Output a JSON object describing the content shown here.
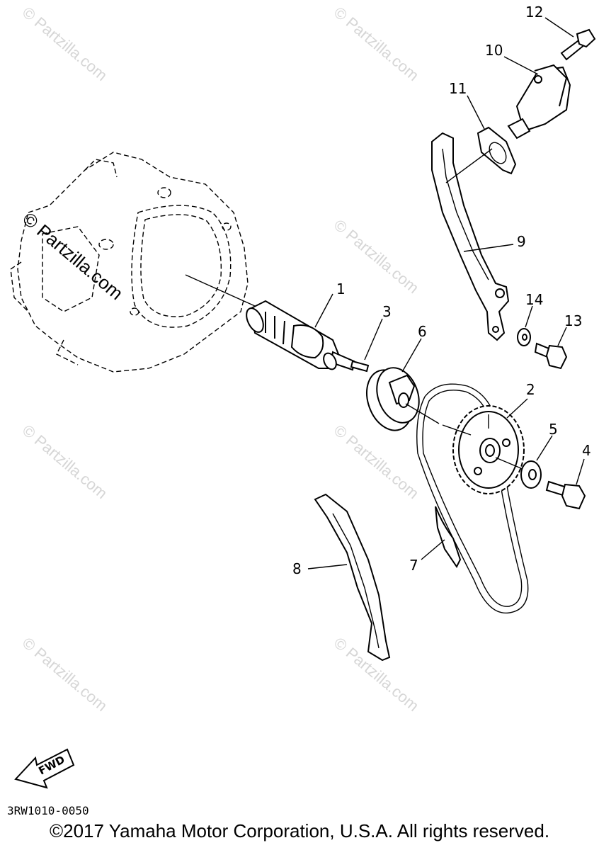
{
  "watermark": {
    "text": "© Partzilla.com",
    "main_text": "© Partzilla.com"
  },
  "callouts": [
    "1",
    "2",
    "3",
    "4",
    "5",
    "6",
    "7",
    "8",
    "9",
    "10",
    "11",
    "12",
    "13",
    "14"
  ],
  "fwd_label": "FWD",
  "diagram_code": "3RW1010-0050",
  "copyright": "©2017 Yamaha Motor Corporation, U.S.A. All rights reserved."
}
